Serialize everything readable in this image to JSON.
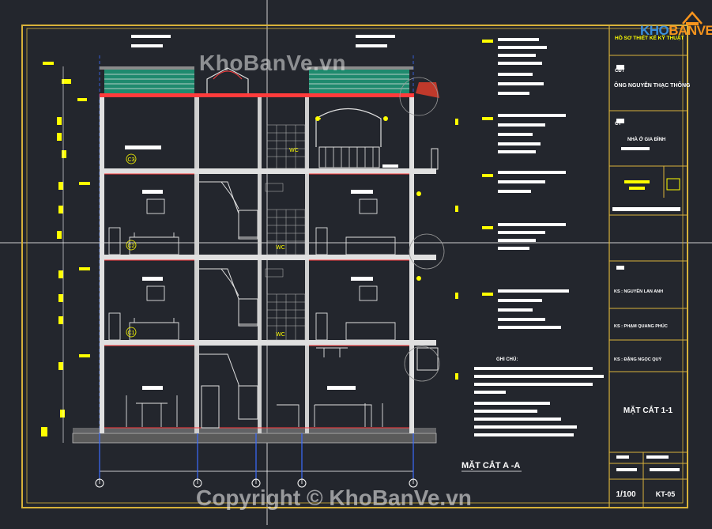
{
  "watermark": {
    "top": "KhoBanVe.vn",
    "bottom": "Copyright © KhoBanVe.vn"
  },
  "logo": {
    "brand_a": "KHO",
    "brand_b": "BANVE"
  },
  "drawing": {
    "section_title": "MẶT CẮT A -A",
    "notes_heading": "GHI CHÚ:",
    "floor_tags": [
      "C3",
      "C2",
      "C1"
    ],
    "room_tag": "WC"
  },
  "title_block": {
    "company": "HỒ SƠ THIẾT KẾ KỸ THUẬT",
    "owner_label": "CĐT",
    "owner": "ÔNG NGUYỄN THẠC THÔNG",
    "project_label": "CT",
    "project": "NHÀ Ở GIA ĐÌNH",
    "designer": "KS : NGUYỄN LAN ANH",
    "checker": "KS : PHẠM QUANG PHÚC",
    "director": "KS : ĐẶNG NGỌC QUÝ",
    "sheet_title": "MẶT CẮT 1-1",
    "scale": "1/100",
    "sheet_no": "KT-05"
  },
  "colors": {
    "background": "#23262d",
    "frame": "#d8b23a",
    "annotation": "#ffff00",
    "wall": "#e0e0e0",
    "cut_wall": "#ff3b3b",
    "grid_axis": "#3b6bff",
    "text_block": "#ffffff",
    "roof_tile": "#1f8a6e"
  }
}
